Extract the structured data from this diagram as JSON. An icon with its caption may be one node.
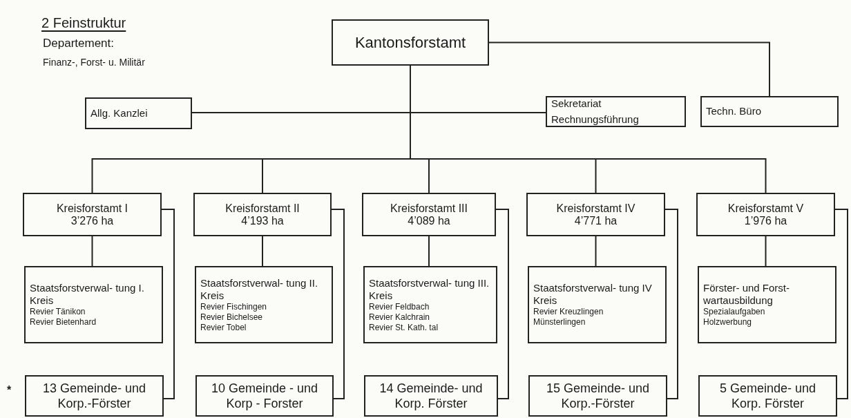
{
  "diagram": {
    "title": "2 Feinstruktur",
    "nodes": [
      {
        "text": [
          "Kantonsforstamt"
        ]
      },
      {
        "text": [
          "Allg. Kanzlei"
        ]
      },
      {
        "text": [
          "Sekretariat Rechnungsführung"
        ]
      },
      {
        "text": [
          "Techn. Büro"
        ]
      },
      {
        "text": [
          "Kreisforstamt I",
          "3’276 ha"
        ]
      },
      {
        "text": [
          "Staatsforstverwal- tung I. Kreis",
          "Revier Tänikon",
          "Revier Bietenhard"
        ]
      },
      {
        "text": [
          "13 Gemeinde- und Korp.-Förster"
        ]
      },
      {
        "text": [
          "Kreisforstamt II",
          "4’193 ha"
        ]
      },
      {
        "text": [
          "Staatsforstverwal- tung II. Kreis",
          "Revier Fischingen",
          "Revier Bichelsee",
          "Revier Tobel"
        ]
      },
      {
        "text": [
          "10 Gemeinde - und Korp - Forster"
        ]
      },
      {
        "text": [
          "Kreisforstamt III",
          "4’089 ha"
        ]
      },
      {
        "text": [
          "Staatsforstverwal- tung III. Kreis",
          "Revier Feldbach",
          "Revier Kalchrain",
          "Revier St. Kath. tal"
        ]
      },
      {
        "text": [
          "14 Gemeinde- und Korp. Förster"
        ]
      },
      {
        "text": [
          "Kreisforstamt IV",
          "4’771 ha"
        ]
      },
      {
        "text": [
          "Staatsforstverwal- tung IV Kreis",
          "Revier Kreuzlingen",
          "Münsterlingen"
        ]
      },
      {
        "text": [
          "15 Gemeinde- und Korp.-Förster"
        ]
      },
      {
        "text": [
          "Kreisforstamt V",
          "1’976 ha"
        ]
      },
      {
        "text": [
          "Förster- und Forst- wartausbildung",
          "Spezialaufgaben",
          "Holzwerbung"
        ]
      },
      {
        "text": [
          "5 Gemeinde- und Korp. Förster"
        ]
      }
    ],
    "edges": [
      {
        "from": 0,
        "to": 1,
        "arrow": "none"
      },
      {
        "from": 0,
        "to": 2,
        "arrow": "none"
      },
      {
        "from": 0,
        "to": 3,
        "arrow": "none"
      },
      {
        "from": 0,
        "to": 4,
        "arrow": "none"
      },
      {
        "from": 0,
        "to": 7,
        "arrow": "none"
      },
      {
        "from": 0,
        "to": 10,
        "arrow": "none"
      },
      {
        "from": 0,
        "to": 13,
        "arrow": "none"
      },
      {
        "from": 0,
        "to": 16,
        "arrow": "none"
      },
      {
        "from": 4,
        "to": 5,
        "arrow": "none"
      },
      {
        "from": 4,
        "to": 6,
        "arrow": "none"
      },
      {
        "from": 7,
        "to": 8,
        "arrow": "none"
      },
      {
        "from": 7,
        "to": 9,
        "arrow": "none"
      },
      {
        "from": 10,
        "to": 11,
        "arrow": "none"
      },
      {
        "from": 10,
        "to": 12,
        "arrow": "none"
      },
      {
        "from": 13,
        "to": 14,
        "arrow": "none"
      },
      {
        "from": 13,
        "to": 15,
        "arrow": "none"
      },
      {
        "from": 16,
        "to": 17,
        "arrow": "none"
      },
      {
        "from": 16,
        "to": 18,
        "arrow": "none"
      }
    ],
    "labels": [
      "Departement:",
      "Finanz-, Forst- u. Militär",
      "*"
    ]
  }
}
